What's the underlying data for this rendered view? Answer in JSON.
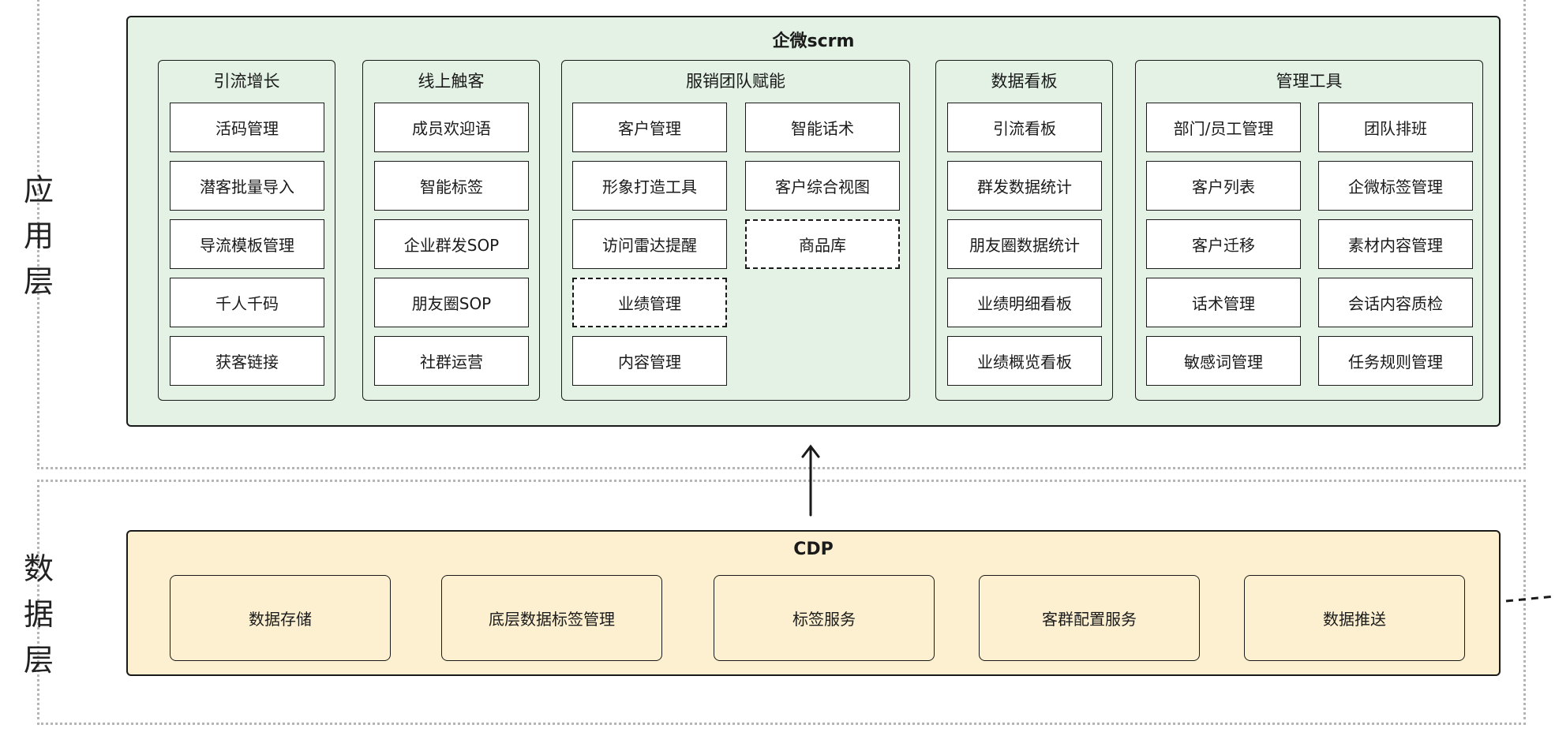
{
  "layers": {
    "application": "应用层",
    "data": "数据层"
  },
  "scrm": {
    "title": "企微scrm",
    "groups": {
      "lead_growth": {
        "title": "引流增长",
        "items": [
          "活码管理",
          "潜客批量导入",
          "导流模板管理",
          "千人千码",
          "获客链接"
        ]
      },
      "online_touch": {
        "title": "线上触客",
        "items": [
          "成员欢迎语",
          "智能标签",
          "企业群发SOP",
          "朋友圈SOP",
          "社群运营"
        ]
      },
      "team_enable": {
        "title": "服销团队赋能",
        "left_items": [
          "客户管理",
          "形象打造工具",
          "访问雷达提醒",
          "业绩管理",
          "内容管理"
        ],
        "right_items": [
          "智能话术",
          "客户综合视图",
          "商品库"
        ]
      },
      "dashboard": {
        "title": "数据看板",
        "items": [
          "引流看板",
          "群发数据统计",
          "朋友圈数据统计",
          "业绩明细看板",
          "业绩概览看板"
        ]
      },
      "management": {
        "title": "管理工具",
        "left_items": [
          "部门/员工管理",
          "客户列表",
          "客户迁移",
          "话术管理",
          "敏感词管理"
        ],
        "right_items": [
          "团队排班",
          "企微标签管理",
          "素材内容管理",
          "会话内容质检",
          "任务规则管理"
        ]
      }
    }
  },
  "cdp": {
    "title": "CDP",
    "items": [
      "数据存储",
      "底层数据标签管理",
      "标签服务",
      "客群配置服务",
      "数据推送"
    ]
  },
  "colors": {
    "app_fill": "#e3f2e5",
    "data_fill": "#fcf0d0",
    "border": "#1a1a1a",
    "zone_border": "#b5b5b5"
  }
}
